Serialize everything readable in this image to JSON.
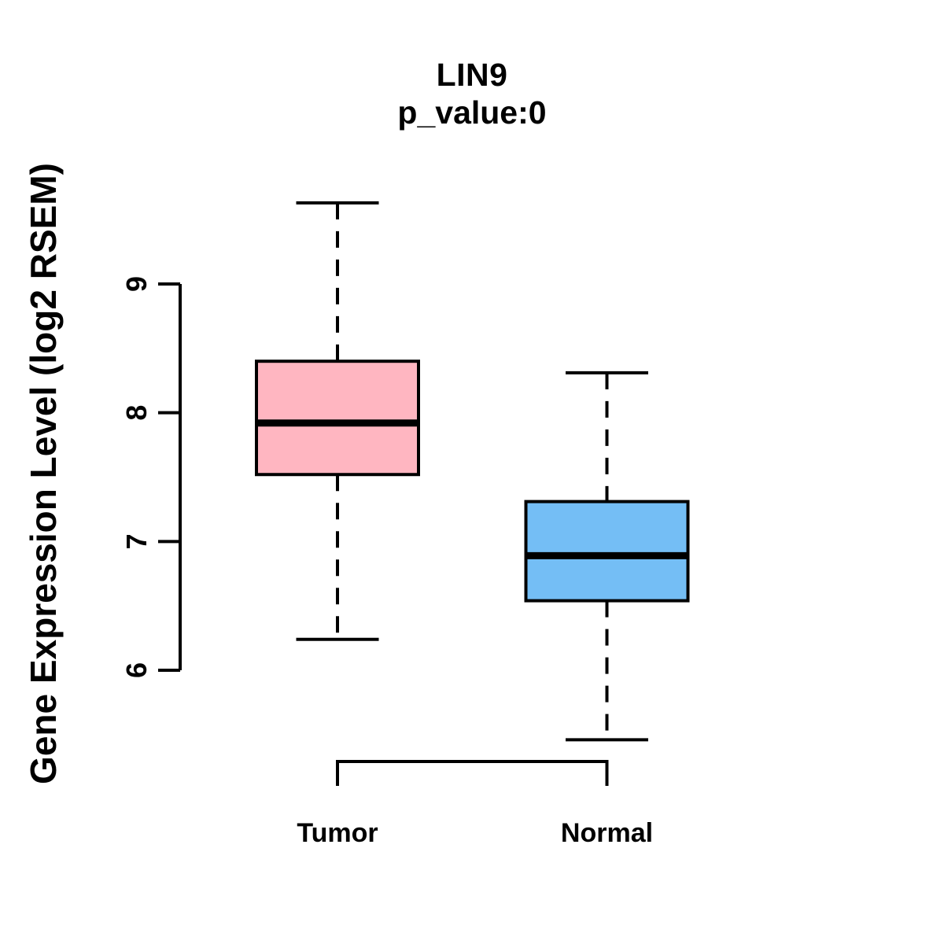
{
  "title": "LIN9",
  "subtitle": "p_value:0",
  "chart_data": {
    "type": "boxplot",
    "title": "LIN9",
    "subtitle": "p_value:0",
    "xlabel": "",
    "ylabel": "Gene Expression Level (log2 RSEM)",
    "yticks": [
      6,
      7,
      8,
      9
    ],
    "y_axis_range": [
      6,
      9
    ],
    "grid": false,
    "legend": false,
    "categories": [
      "Tumor",
      "Normal"
    ],
    "series": [
      {
        "name": "Tumor",
        "fill_color": "#FFB6C1",
        "whisker_low": 6.24,
        "q1": 7.52,
        "median": 7.92,
        "q3": 8.4,
        "whisker_high": 9.63
      },
      {
        "name": "Normal",
        "fill_color": "#74BEF5",
        "whisker_low": 5.46,
        "q1": 6.54,
        "median": 6.89,
        "q3": 7.31,
        "whisker_high": 8.31
      }
    ],
    "colors": {
      "stroke": "#000000",
      "background": "#FFFFFF",
      "tumor_fill": "#FFB6C1",
      "normal_fill": "#74BEF5"
    }
  }
}
